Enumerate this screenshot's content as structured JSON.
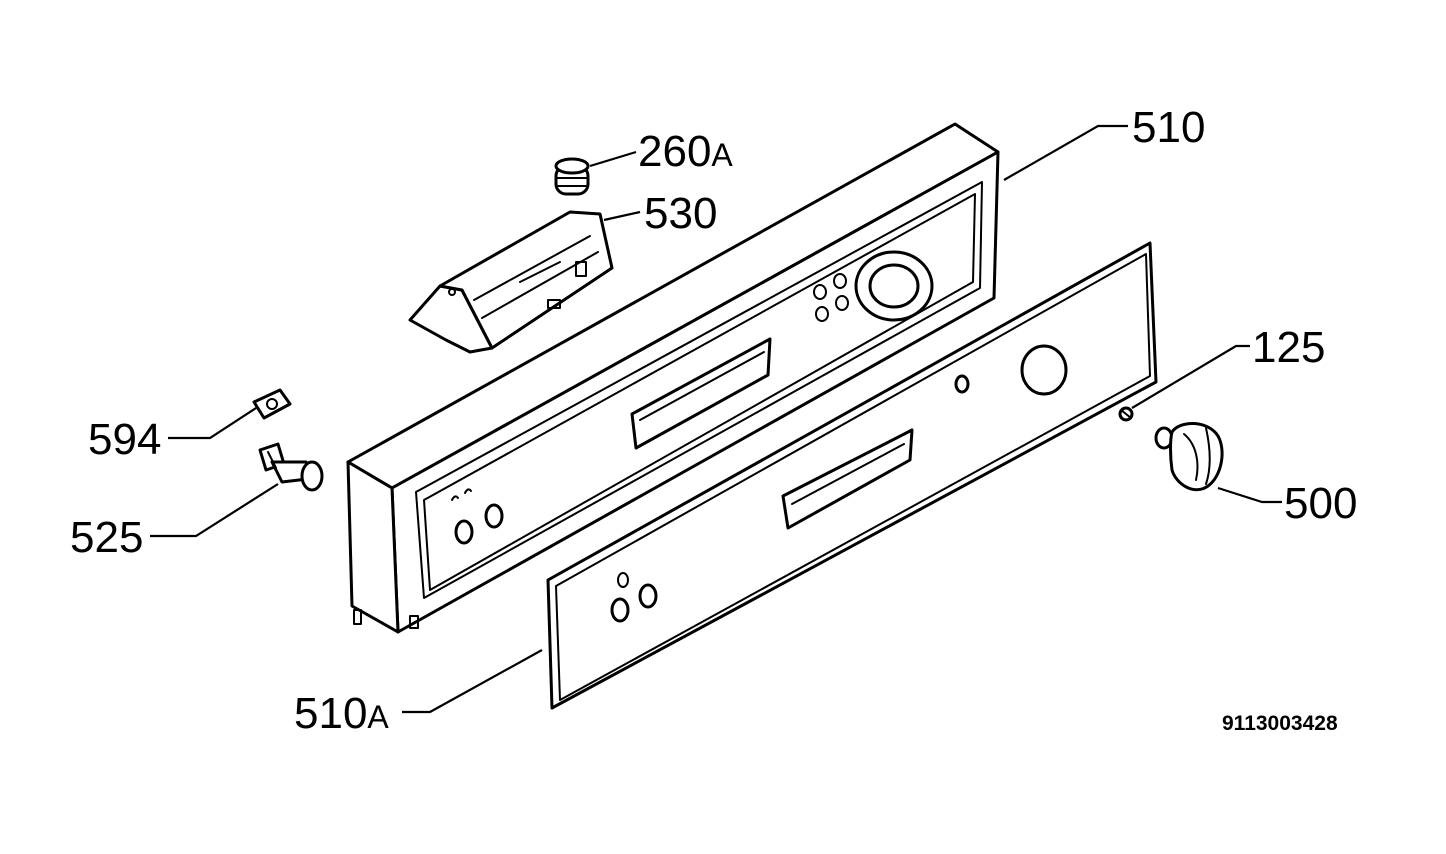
{
  "document_number": "9113003428",
  "callouts": [
    {
      "id": "260",
      "suffix": "A"
    },
    {
      "id": "530",
      "suffix": ""
    },
    {
      "id": "510",
      "suffix": ""
    },
    {
      "id": "125",
      "suffix": ""
    },
    {
      "id": "594",
      "suffix": ""
    },
    {
      "id": "525",
      "suffix": ""
    },
    {
      "id": "500",
      "suffix": ""
    },
    {
      "id": "510",
      "suffix": "A"
    }
  ]
}
